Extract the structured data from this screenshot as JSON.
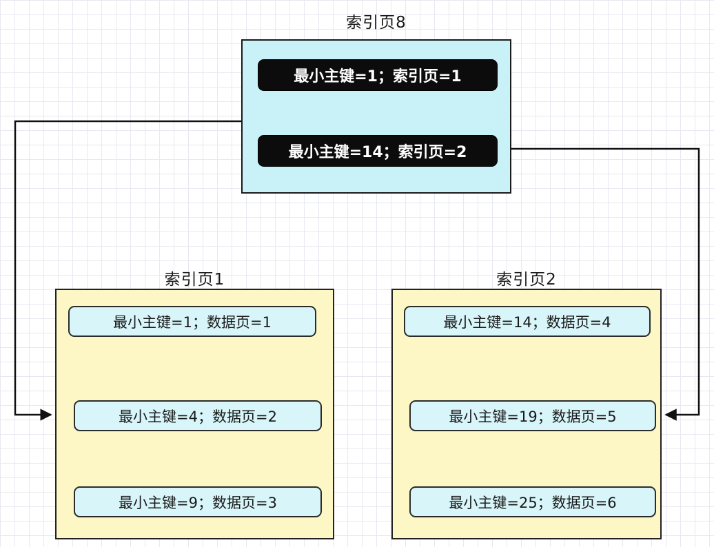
{
  "diagram": {
    "description": "B+ tree index page structure diagram",
    "root_page": {
      "title": "索引页8",
      "entries": [
        {
          "text": "最小主键=1；索引页=1"
        },
        {
          "text": "最小主键=14；索引页=2"
        }
      ]
    },
    "leaf_page_1": {
      "title": "索引页1",
      "entries": [
        {
          "text": "最小主键=1；数据页=1"
        },
        {
          "text": "最小主键=4；数据页=2"
        },
        {
          "text": "最小主键=9；数据页=3"
        }
      ]
    },
    "leaf_page_2": {
      "title": "索引页2",
      "entries": [
        {
          "text": "最小主键=14；数据页=4"
        },
        {
          "text": "最小主键=19；数据页=5"
        },
        {
          "text": "最小主键=25；数据页=6"
        }
      ]
    },
    "colors": {
      "root_box_fill": "#c9f2f8",
      "leaf_box_fill": "#fdf6c5",
      "root_entry_fill": "#0c0c0c",
      "leaf_entry_fill": "#d8f5f9",
      "line": "#111111",
      "grid": "#e8e8f1"
    }
  }
}
